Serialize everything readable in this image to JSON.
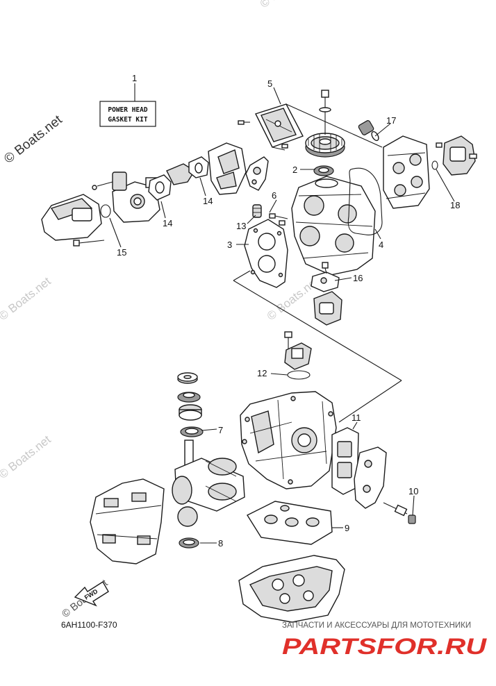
{
  "kit_label": {
    "line1": "POWER HEAD",
    "line2": "GASKET KIT"
  },
  "callouts": [
    "1",
    "2",
    "3",
    "4",
    "5",
    "6",
    "7",
    "8",
    "9",
    "10",
    "11",
    "12",
    "13",
    "14",
    "14",
    "15",
    "16",
    "17",
    "18"
  ],
  "diagram_code": "6AH1100-F370",
  "fwd_label": "FWD",
  "watermark": "© Boats.net",
  "watermark_faint": "© Boats.net",
  "site_caption": "ЗАПЧАСТИ И АКСЕССУАРЫ ДЛЯ МОТОТЕХНИКИ",
  "site_logo": "PARTSFOR.RU",
  "colors": {
    "line": "#1a1a1a",
    "logo": "#e0302a",
    "watermark": "#c8c8c8"
  }
}
